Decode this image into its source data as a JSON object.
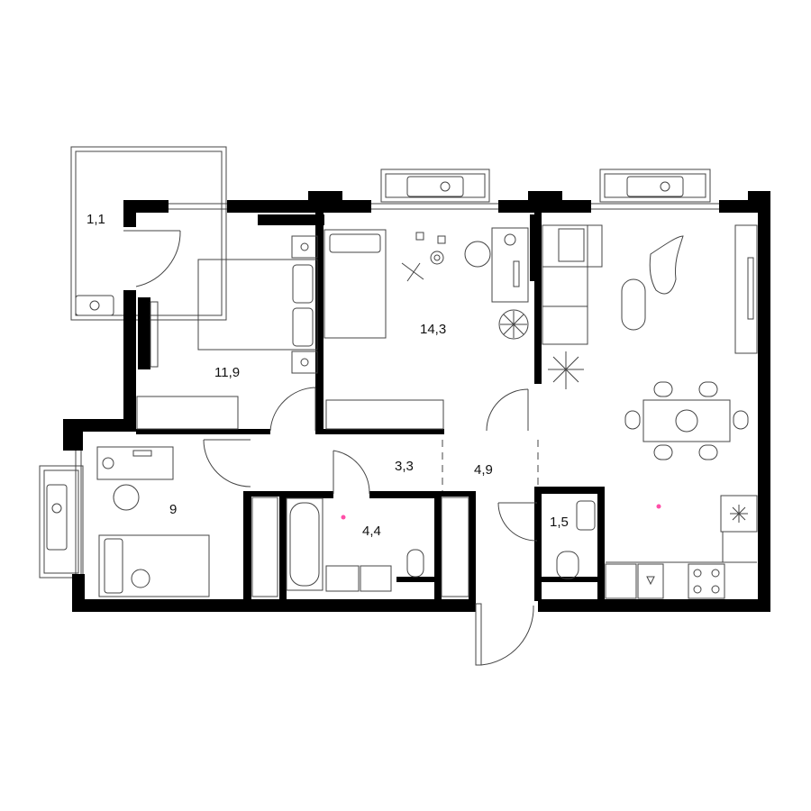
{
  "floor_plan": {
    "rooms": [
      {
        "id": "balcony",
        "area": "1,1"
      },
      {
        "id": "bedroom",
        "area": "11,9"
      },
      {
        "id": "kids-room",
        "area": "14,3"
      },
      {
        "id": "small-bedroom",
        "area": "9"
      },
      {
        "id": "hall",
        "area": "3,3"
      },
      {
        "id": "corridor",
        "area": "4,9"
      },
      {
        "id": "bathroom",
        "area": "4,4"
      },
      {
        "id": "toilet",
        "area": "1,5"
      }
    ],
    "colors": {
      "wall": "#000000",
      "line": "#444444",
      "background": "#ffffff",
      "marker": "#ff4fa8"
    },
    "icons": [
      "bed-icon",
      "nightstand-icon",
      "tv-icon",
      "desk-icon",
      "chair-icon",
      "sofa-icon",
      "dining-table-icon",
      "plant-icon",
      "dog-icon",
      "bathtub-icon",
      "sink-icon",
      "washing-machine-icon",
      "toilet-icon",
      "stove-icon",
      "fridge-icon",
      "air-conditioner-icon",
      "toy-plane-icon",
      "door-icon"
    ]
  }
}
